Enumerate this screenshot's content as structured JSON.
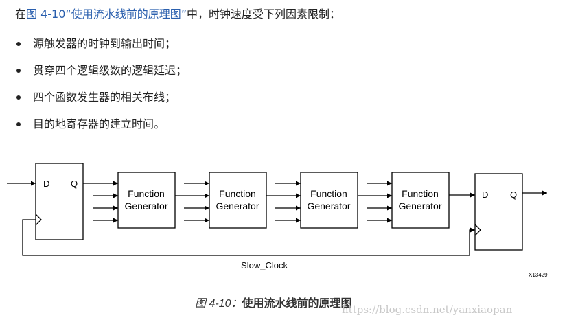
{
  "intro": {
    "prefix": "在",
    "link": "图 4-10“使用流水线前的原理图”",
    "suffix": "中，时钟速度受下列因素限制："
  },
  "bullets": [
    "源触发器的时钟到输出时间；",
    "贯穿四个逻辑级数的逻辑延迟；",
    "四个函数发生器的相关布线；",
    "目的地寄存器的建立时间。"
  ],
  "diagram": {
    "ff_in": {
      "d": "D",
      "q": "Q"
    },
    "ff_out": {
      "d": "D",
      "q": "Q"
    },
    "fg_line1": "Function",
    "fg_line2": "Generator",
    "clock_label": "Slow_Clock",
    "figure_code": "X13429"
  },
  "caption": {
    "fig": "图 4-10：",
    "title": "使用流水线前的原理图"
  },
  "watermark": "https://blog.csdn.net/yanxiaopan"
}
